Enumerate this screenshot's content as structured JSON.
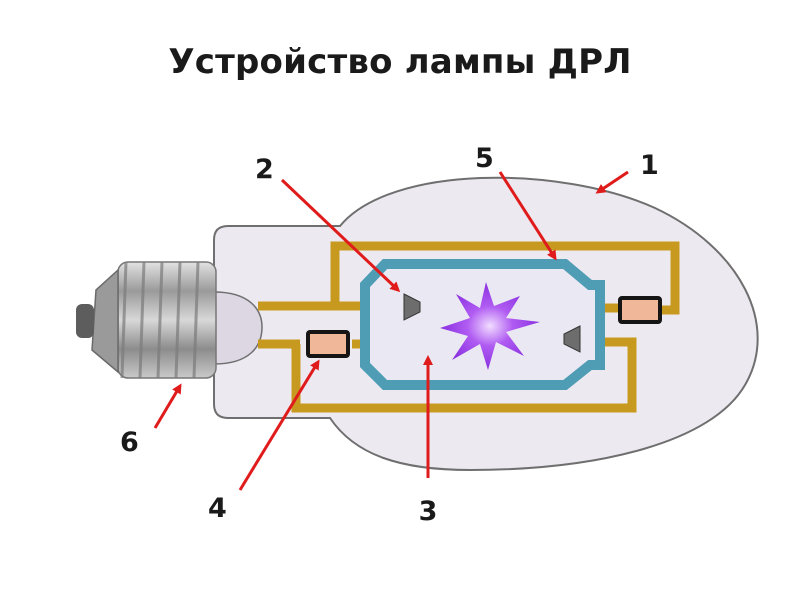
{
  "title": "Устройство лампы ДРЛ",
  "callouts": [
    {
      "id": "1",
      "label": "1"
    },
    {
      "id": "2",
      "label": "2"
    },
    {
      "id": "3",
      "label": "3"
    },
    {
      "id": "4",
      "label": "4"
    },
    {
      "id": "5",
      "label": "5"
    },
    {
      "id": "6",
      "label": "6"
    }
  ],
  "colors": {
    "outer_bulb_fill": "#ede9f1",
    "outer_bulb_stroke": "#6f6f6f",
    "burner_tube": "#4f9cb5",
    "electrode_frame": "#c79a1f",
    "resistor_fill": "#f0b898",
    "resistor_stroke": "#151515",
    "electrode": "#6d6d6d",
    "discharge_arc": "#9b3de8",
    "arrow": "#e01b1b",
    "base_metal": "#a8a8a8"
  }
}
